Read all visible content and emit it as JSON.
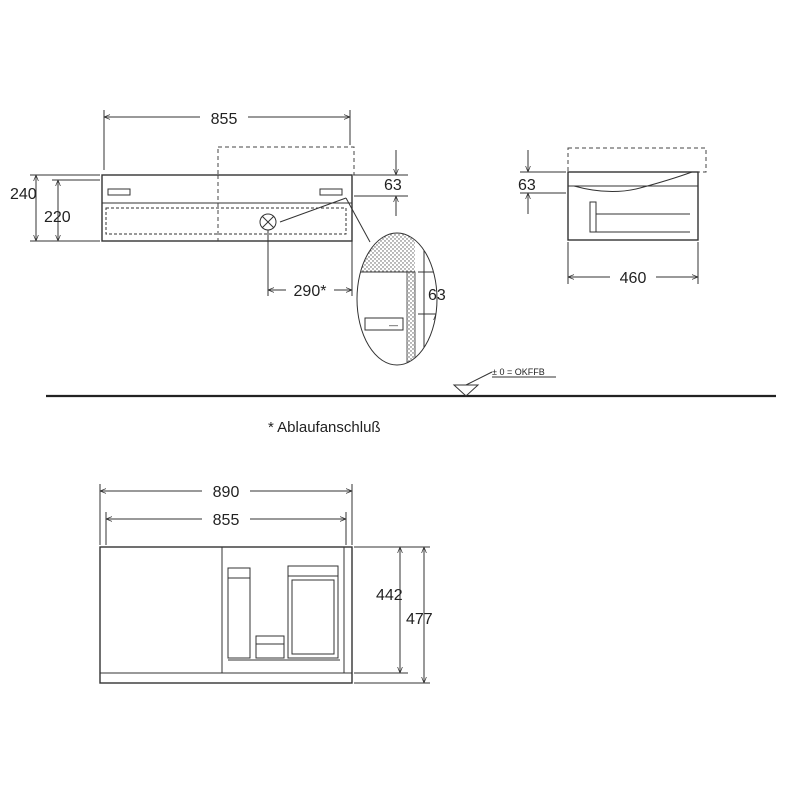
{
  "top_view": {
    "width_label": "855",
    "height_outer_label": "240",
    "height_inner_label": "220",
    "offset_label": "63",
    "drain_label": "290*"
  },
  "detail_view": {
    "gap_label": "63"
  },
  "side_view": {
    "offset_label": "63",
    "depth_label": "460"
  },
  "floor": {
    "level_label": "± 0 = OKFFB"
  },
  "footnote": "* Ablaufanschluß",
  "front_view": {
    "outer_width_label": "890",
    "inner_width_label": "855",
    "height_inner_label": "442",
    "height_outer_label": "477"
  }
}
